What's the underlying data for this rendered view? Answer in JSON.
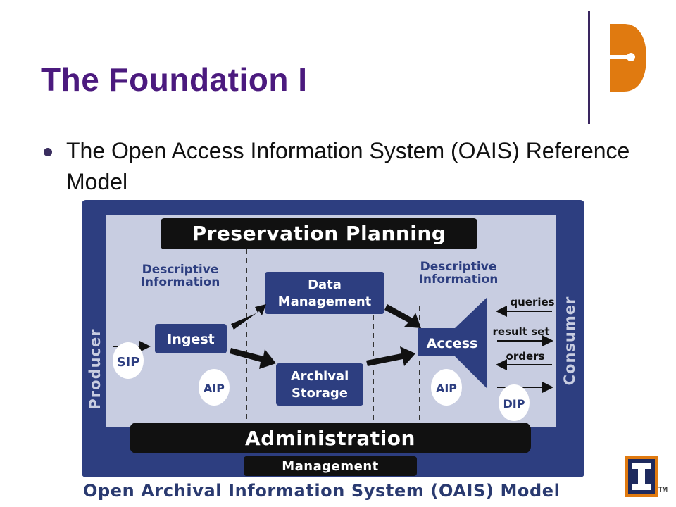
{
  "slide": {
    "title": "The Foundation I",
    "bullet": "The Open Access Information System (OAIS) Reference Model",
    "caption": "Open Archival Information System (OAIS) Model",
    "tm": "TM"
  },
  "diagram": {
    "top_bar": "Preservation Planning",
    "bottom_bar": "Administration",
    "management_tab": "Management",
    "left_side": "Producer",
    "right_side": "Consumer",
    "desc_left_1": "Descriptive",
    "desc_left_2": "Information",
    "desc_right_1": "Descriptive",
    "desc_right_2": "Information",
    "ingest": "Ingest",
    "data_mgmt_1": "Data",
    "data_mgmt_2": "Management",
    "archival_1": "Archival",
    "archival_2": "Storage",
    "access": "Access",
    "sip": "SIP",
    "aip_left": "AIP",
    "aip_right": "AIP",
    "dip": "DIP",
    "queries": "queries",
    "result_set": "result set",
    "orders": "orders"
  },
  "colors": {
    "title": "#4b1a7e",
    "frame": "#2d3e80",
    "inner": "#c8cde1",
    "box": "#2d3e80",
    "bar": "#111111",
    "orange": "#e07a10"
  }
}
